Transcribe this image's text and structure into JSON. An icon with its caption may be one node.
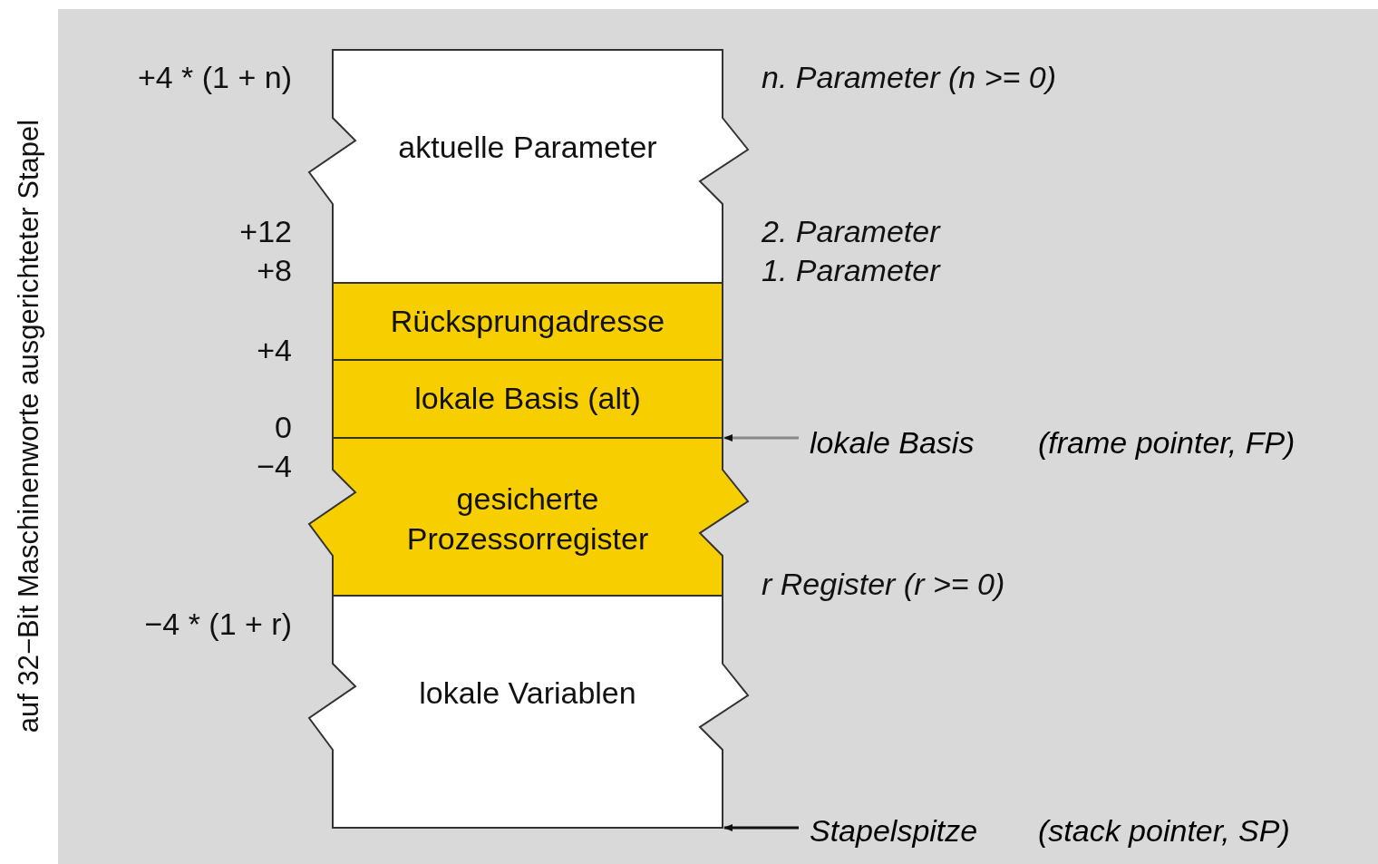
{
  "diagram": {
    "nodes": [
      {
        "text": [
          "aktuelle Parameter"
        ]
      },
      {
        "text": [
          "Rücksprungadresse"
        ]
      },
      {
        "text": [
          "lokale Basis (alt)"
        ]
      },
      {
        "text": [
          "gesicherte Prozessorregister"
        ]
      },
      {
        "text": [
          "lokale Variablen"
        ]
      },
      {
        "text": [
          "lokale Basis",
          "(frame pointer, FP)"
        ]
      },
      {
        "text": [
          "Stapelspitze",
          "(stack pointer, SP)"
        ]
      }
    ],
    "edges": [
      {
        "from": 5,
        "to": 2,
        "arrow": "to",
        "color": "#888888"
      },
      {
        "from": 6,
        "to": 4,
        "arrow": "to",
        "color": "#111111"
      }
    ],
    "labels": [
      "auf 32−Bit Maschinenworte ausgerichteter Stapel",
      "+4 * (1 + n)",
      "n. Parameter (n >= 0)",
      "+12",
      "2. Parameter",
      "+8",
      "1. Parameter",
      "+4",
      "0",
      "−4",
      "r Register (r >= 0)",
      "−4 * (1 + r)"
    ]
  }
}
